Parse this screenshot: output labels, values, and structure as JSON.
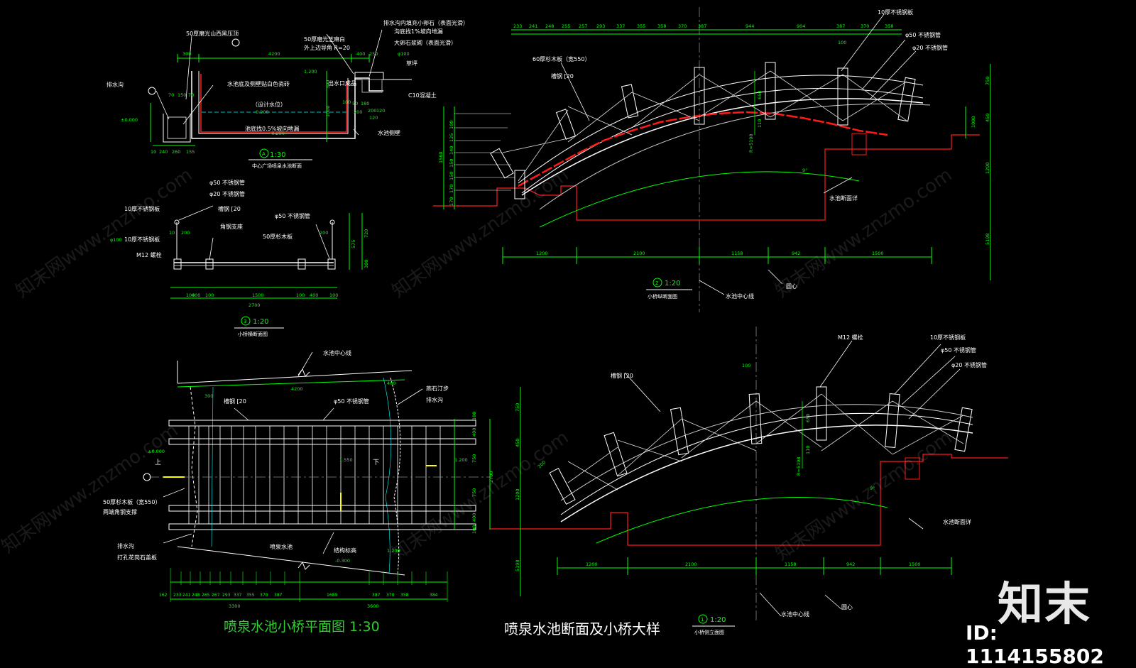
{
  "titles": {
    "plan": "喷泉水池小桥平面图  1:30",
    "section": "喷泉水池断面及小桥大样",
    "d1_scale": "1:30",
    "d1_name": "中心广场喷泉水池断面",
    "d2_scale": "1:20",
    "d2_name": "小桥横断面图",
    "d3_scale": "1:20",
    "d3_name": "小桥纵断面图",
    "d4_scale": "1:20",
    "d4_name": "小桥侧立面图"
  },
  "markers": {
    "one": "1",
    "two": "2",
    "three": "3",
    "a": "A"
  },
  "detail1": {
    "labels": [
      "50厚磨光山西黑压顶",
      "50厚磨光芝麻白",
      "外上边导角 R=20",
      "排水沟内填充小卵石（表面光滑）",
      "沟底找1%坡向地漏",
      "大卵石浆砌（表面光滑）",
      "草坪",
      "C10混凝土",
      "出水口成品",
      "水池底及侧壁贴白色瓷砖",
      "（设计水位）",
      "池底找0.5%坡向地漏",
      "水池侧壁",
      "排水沟"
    ],
    "dims": [
      "300",
      "4200",
      "400",
      "250",
      "70",
      "150",
      "70",
      "100",
      "200",
      "120",
      "180",
      "50",
      "200",
      "120",
      "1000",
      "300",
      "±0.000",
      "0.200",
      "-0.200",
      "10",
      "240",
      "260",
      "155",
      "1,200",
      "φ100"
    ]
  },
  "detail2": {
    "labels": [
      "φ50 不锈钢管",
      "φ20 不锈钢管",
      "10厚不锈钢板",
      "槽钢 [20",
      "φ50 不锈钢管",
      "角钢支座",
      "50厚杉木板",
      "10厚不锈钢板",
      "M12 螺栓"
    ],
    "dims": [
      "100",
      "400",
      "100",
      "1500",
      "100",
      "400",
      "100",
      "2700",
      "200",
      "200",
      "10",
      "575",
      "720",
      "300",
      "φ100"
    ]
  },
  "detail3": {
    "topdims": [
      "233",
      "241",
      "248",
      "255",
      "257",
      "293",
      "337",
      "355",
      "358",
      "370",
      "387",
      "944",
      "904",
      "387",
      "370",
      "358"
    ],
    "labels": [
      "10厚不锈钢板",
      "φ50 不锈钢管",
      "φ20 不锈钢管",
      "60厚杉木板（宽550）",
      "槽钢 [20",
      "水池断面详",
      "水池中心线",
      "圆心"
    ],
    "bottomdims": [
      "1200",
      "2100",
      "1158",
      "942",
      "1500"
    ],
    "rightdims": [
      "750",
      "450",
      "1200",
      "5198"
    ],
    "leftdims": [
      "170",
      "170",
      "150",
      "150",
      "140",
      "125",
      "100",
      "1560"
    ],
    "misc": [
      "100",
      "9°",
      "R=5198",
      "650",
      "110",
      "1000"
    ]
  },
  "detail4": {
    "labels": [
      "M12 螺栓",
      "10厚不锈钢板",
      "φ50 不锈钢管",
      "φ20 不锈钢管",
      "槽钢 [20",
      "水池断面详",
      "水池中心线",
      "圆心"
    ],
    "bottomdims": [
      "1200",
      "2100",
      "1158",
      "942",
      "1500"
    ],
    "leftdims": [
      "750",
      "450",
      "1200",
      "5198"
    ],
    "misc": [
      "100",
      "200",
      "9°",
      "R=5198",
      "650",
      "110"
    ]
  },
  "plan": {
    "labels": [
      "水池中心线",
      "槽钢 [20",
      "φ50 不锈钢管",
      "燕石汀步",
      "排水沟",
      "上",
      "下",
      "50厚杉木板（宽550）",
      "两端角钢支撑",
      "排水沟",
      "打孔花岗石盖板",
      "喷泉水池",
      "结构标高",
      "±0.000",
      "1.550",
      "1.200",
      "-0.300",
      "1.200"
    ],
    "dims": [
      "4200",
      "300",
      "400",
      "162",
      "233",
      "241",
      "248",
      "265",
      "267",
      "293",
      "337",
      "355",
      "370",
      "387",
      "1689",
      "387",
      "370",
      "358",
      "384",
      "3300",
      "3600",
      "100",
      "400",
      "750",
      "750",
      "400",
      "100",
      "2700"
    ]
  },
  "brand": {
    "name": "知末",
    "id": "ID: 1114155802",
    "watermark": "知末网www.znzmo.com"
  },
  "colors": {
    "bg": "#000000",
    "line": "#ffffff",
    "dim": "#00ff00",
    "note": "#ffffff",
    "red": "#ff1a1a",
    "cyan": "#00ffff",
    "yellow": "#ffff00",
    "gray": "#888888"
  }
}
